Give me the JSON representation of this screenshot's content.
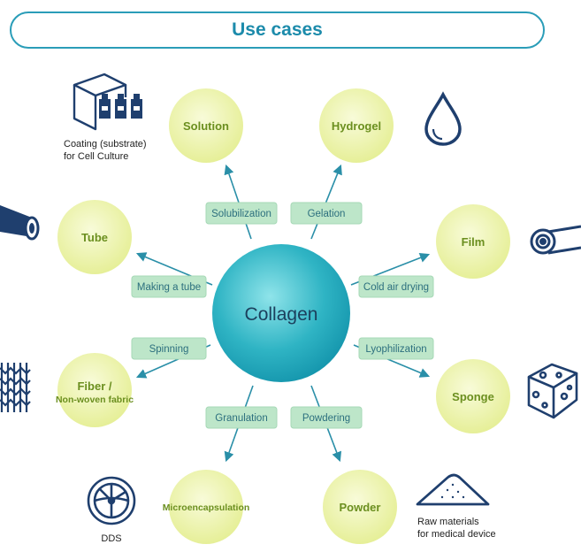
{
  "header": {
    "title": "Use cases"
  },
  "center": {
    "label": "Collagen"
  },
  "nodes": {
    "solution": "Solution",
    "hydrogel": "Hydrogel",
    "tube": "Tube",
    "film": "Film",
    "fiber_line1": "Fiber /",
    "fiber_line2": "Non-woven fabric",
    "sponge": "Sponge",
    "microencapsulation": "Microencapsulation",
    "powder": "Powder"
  },
  "processes": {
    "solubilization": "Solubilization",
    "gelation": "Gelation",
    "making_a_tube": "Making a tube",
    "cold_air_drying": "Cold air drying",
    "spinning": "Spinning",
    "lyophilization": "Lyophilization",
    "granulation": "Granulation",
    "powdering": "Powdering"
  },
  "captions": {
    "coating_line1": "Coating (substrate)",
    "coating_line2": "for Cell Culture",
    "dds": "DDS",
    "raw_line1": "Raw materials",
    "raw_line2": "for medical device"
  },
  "colors": {
    "accent": "#2a9db8",
    "node_fill": "#eef3a6",
    "node_text": "#6b8f1f",
    "process_fill": "#bde6c9",
    "arrow": "#2a8fa8",
    "icon": "#1f3f6e"
  }
}
